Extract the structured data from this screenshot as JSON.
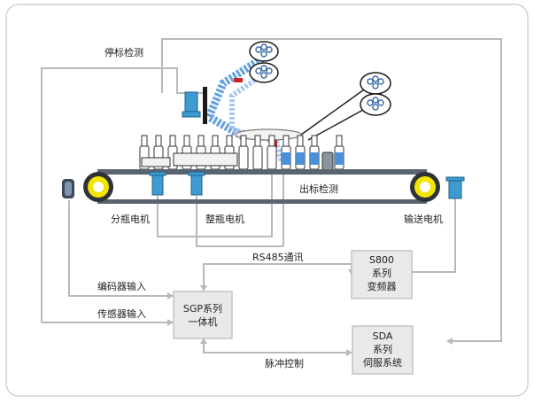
{
  "labels": {
    "stop_label_detect": "停标检测",
    "out_label_detect": "出标检测",
    "split_motor": "分瓶电机",
    "arrange_motor": "整瓶电机",
    "conveyor_motor": "输送电机",
    "rs485": "RS485通讯",
    "encoder_input": "编码器输入",
    "sensor_input": "传感器输入",
    "pulse_control": "脉冲控制"
  },
  "boxes": {
    "s800": [
      "S800",
      "系列",
      "变频器"
    ],
    "sgp": [
      "SGP系列",
      "一体机"
    ],
    "sda": [
      "SDA",
      "系列",
      "伺服系统"
    ]
  },
  "colors": {
    "line": "#b9b9b9",
    "box_fill": "#e9e9e9",
    "box_stroke": "#c4c4c4",
    "belt": "#5a6470",
    "motor": "#3d9bd1",
    "roller_ring": "#f2e600",
    "label_stripe": "#4a90d9",
    "sensor_red": "#cc1f1f"
  }
}
